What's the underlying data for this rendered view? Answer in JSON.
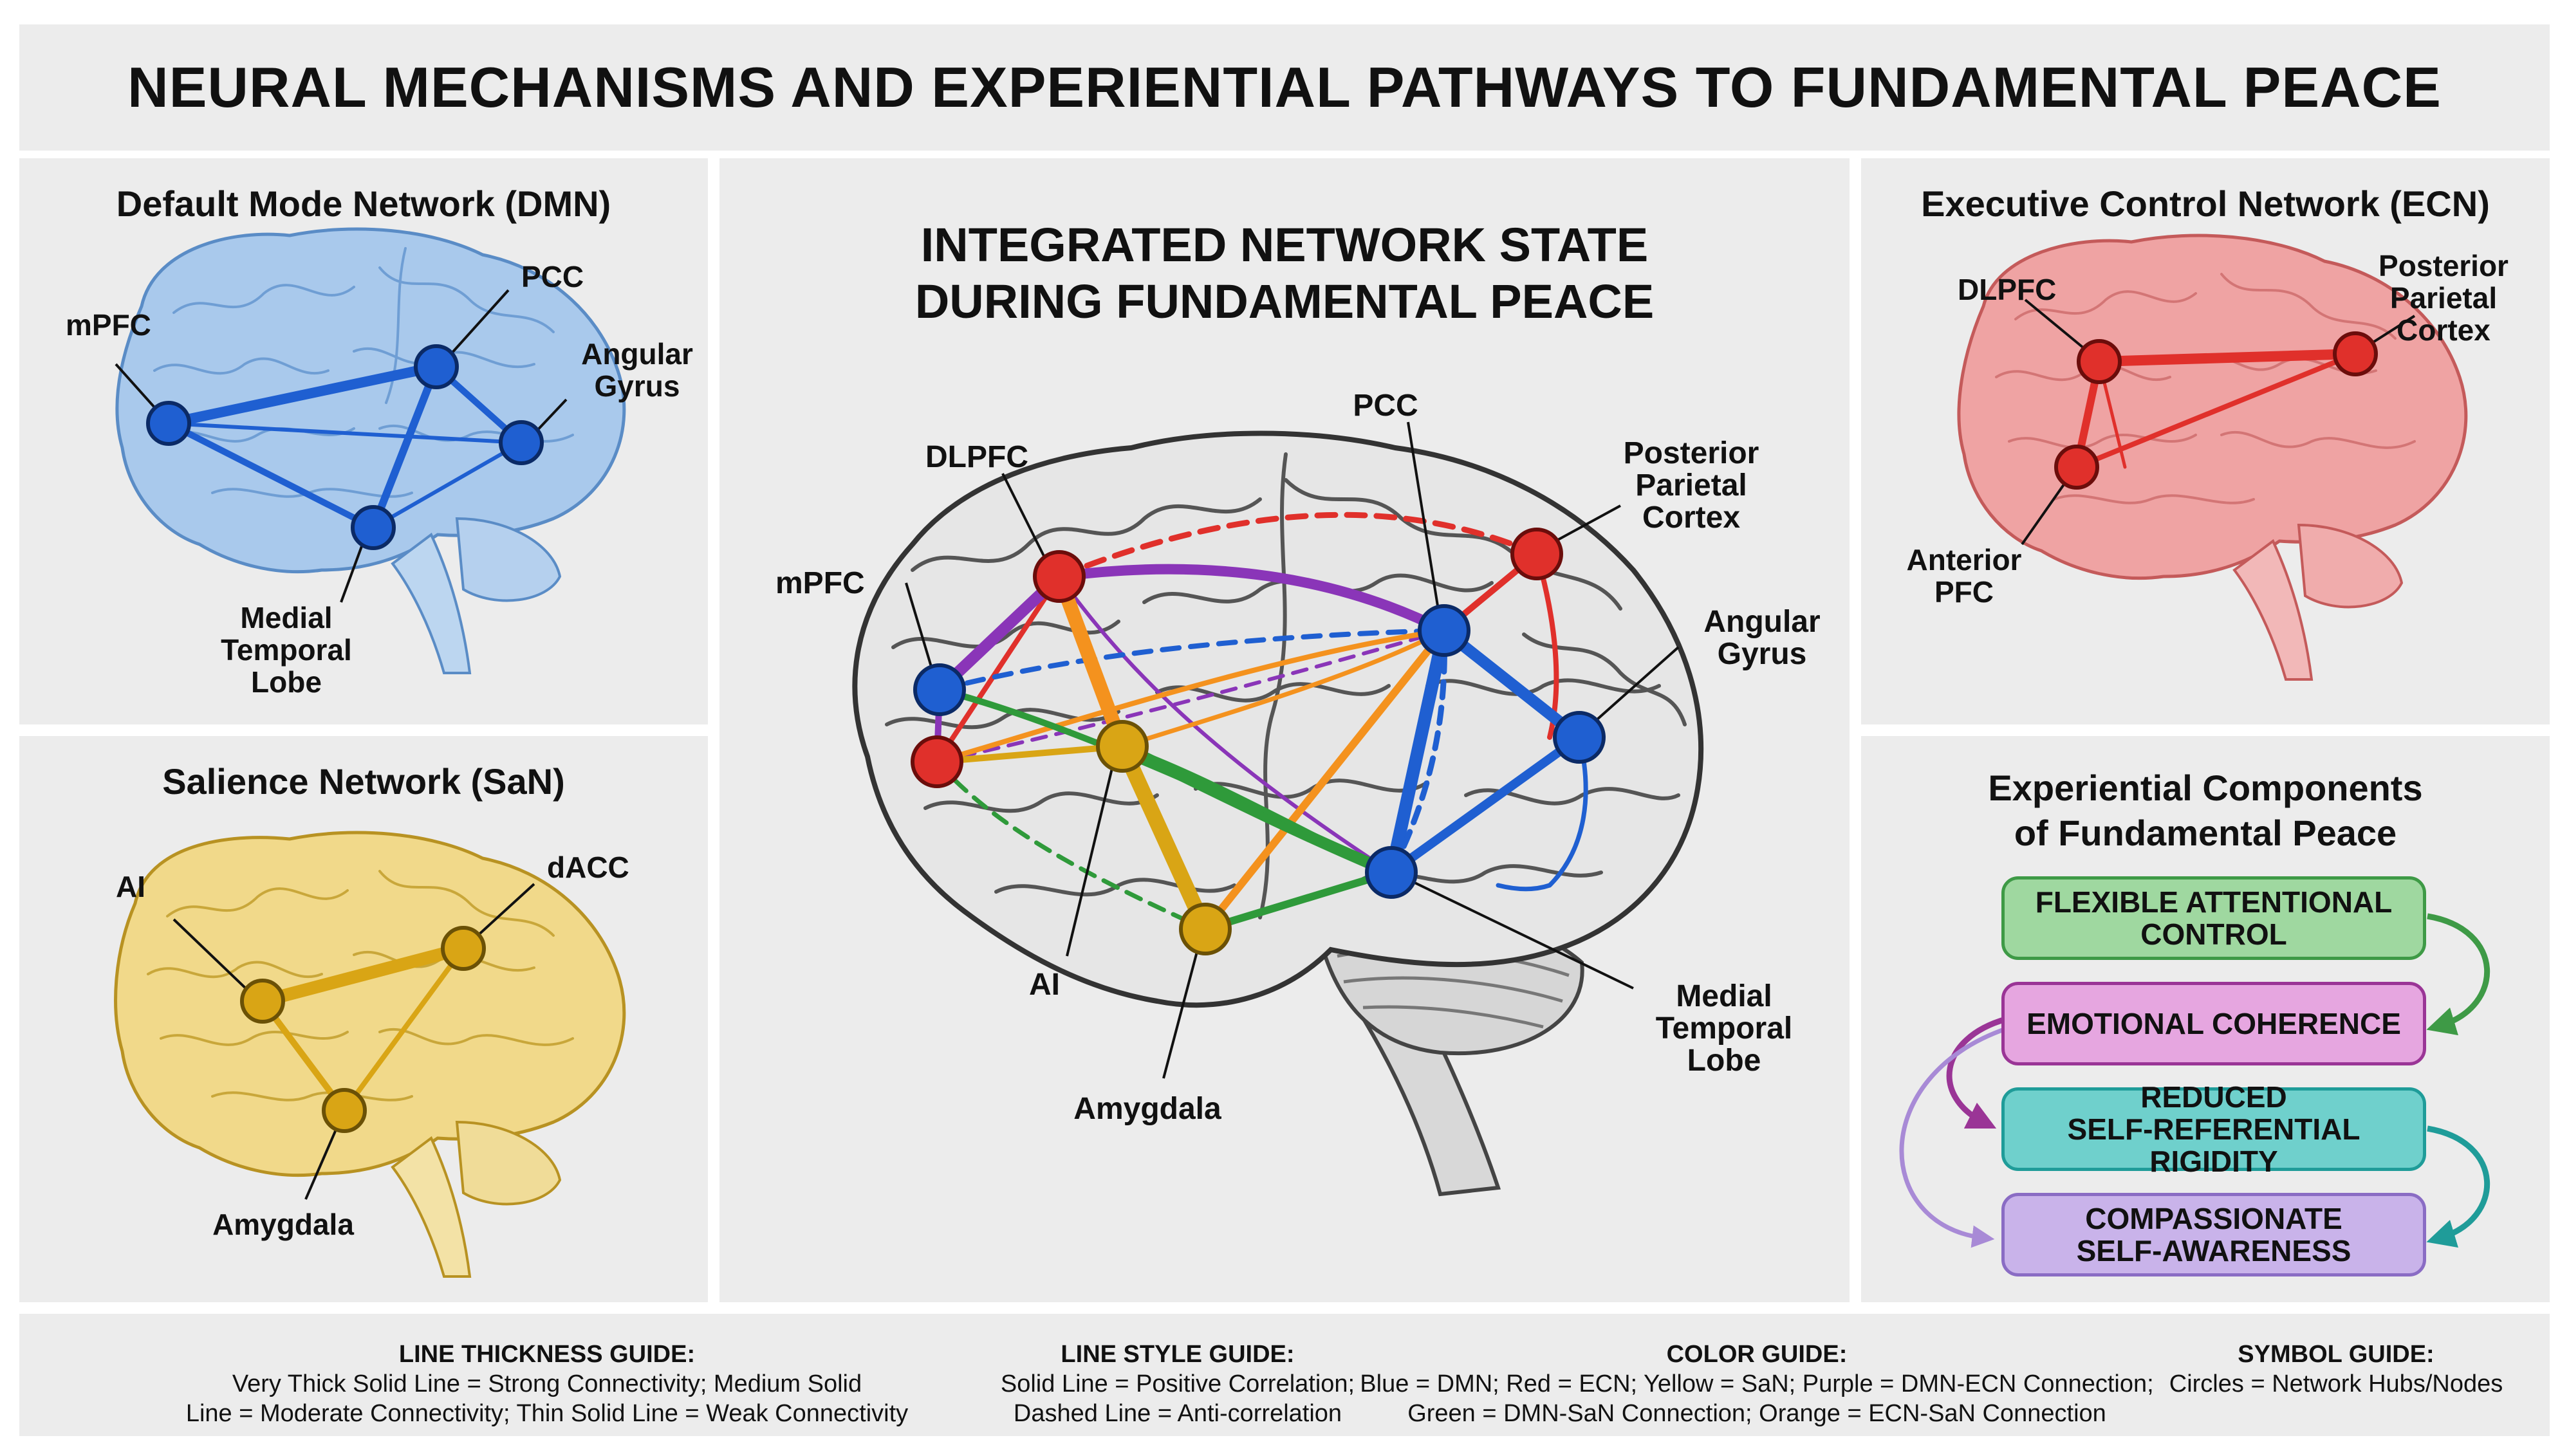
{
  "title": "NEURAL MECHANISMS AND EXPERIENTIAL PATHWAYS TO FUNDAMENTAL PEACE",
  "colors": {
    "panel_bg": "#ececec",
    "dmn": "#1f5fd1",
    "ecn": "#e0302b",
    "san": "#d9a515",
    "dmn_ecn": "#8a35b8",
    "dmn_san": "#2f9a3a",
    "ecn_san": "#f4921e",
    "brain_dmn": "#a9c9ec",
    "brain_ecn": "#efa3a3",
    "brain_san": "#f1d98a",
    "brain_center": "#e6e6e6"
  },
  "dmn": {
    "title": "Default Mode Network (DMN)",
    "labels": {
      "mpfc": "mPFC",
      "pcc": "PCC",
      "angular1": "Angular",
      "angular2": "Gyrus",
      "mtl1": "Medial",
      "mtl2": "Temporal",
      "mtl3": "Lobe"
    }
  },
  "san": {
    "title": "Salience Network (SaN)",
    "labels": {
      "ai": "AI",
      "dacc": "dACC",
      "amygdala": "Amygdala"
    }
  },
  "center": {
    "title_line1": "INTEGRATED NETWORK STATE",
    "title_line2": "DURING FUNDAMENTAL PEACE",
    "labels": {
      "pcc": "PCC",
      "dlpfc": "DLPFC",
      "mpfc": "mPFC",
      "ppc1": "Posterior",
      "ppc2": "Parietal",
      "ppc3": "Cortex",
      "ag1": "Angular",
      "ag2": "Gyrus",
      "ai": "AI",
      "amygdala": "Amygdala",
      "mtl1": "Medial",
      "mtl2": "Temporal",
      "mtl3": "Lobe"
    }
  },
  "ecn": {
    "title": "Executive Control Network (ECN)",
    "labels": {
      "dlpfc": "DLPFC",
      "ppc1": "Posterior",
      "ppc2": "Parietal",
      "ppc3": "Cortex",
      "apfc1": "Anterior",
      "apfc2": "PFC"
    }
  },
  "experiential": {
    "title_line1": "Experiential Components",
    "title_line2": "of Fundamental Peace",
    "stages": [
      {
        "line1": "FLEXIBLE ATTENTIONAL",
        "line2": "CONTROL",
        "fill": "#9fd8a0",
        "border": "#3e9a46"
      },
      {
        "line1": "EMOTIONAL COHERENCE",
        "line2": "",
        "fill": "#e6a6e0",
        "border": "#9a3596"
      },
      {
        "line1": "REDUCED",
        "line2": "SELF-REFERENTIAL RIGIDITY",
        "fill": "#6fd0cc",
        "border": "#1f9c99"
      },
      {
        "line1": "COMPASSIONATE",
        "line2": "SELF-AWARENESS",
        "fill": "#c9b3ea",
        "border": "#8a6cc4"
      }
    ]
  },
  "legend": {
    "thickness": {
      "heading": "LINE THICKNESS GUIDE:",
      "line1": "Very Thick Solid Line = Strong Connectivity; Medium Solid",
      "line2": "Line = Moderate Connectivity; Thin Solid Line = Weak Connectivity"
    },
    "style": {
      "heading": "LINE STYLE GUIDE:",
      "line1": "Solid Line = Positive Correlation;",
      "line2": "Dashed Line = Anti-correlation"
    },
    "color": {
      "heading": "COLOR GUIDE:",
      "line1": "Blue = DMN; Red = ECN; Yellow = SaN; Purple = DMN-ECN Connection;",
      "line2": "Green = DMN-SaN Connection; Orange = ECN-SaN Connection"
    },
    "symbol": {
      "heading": "SYMBOL GUIDE:",
      "line1": "Circles = Network Hubs/Nodes"
    }
  }
}
